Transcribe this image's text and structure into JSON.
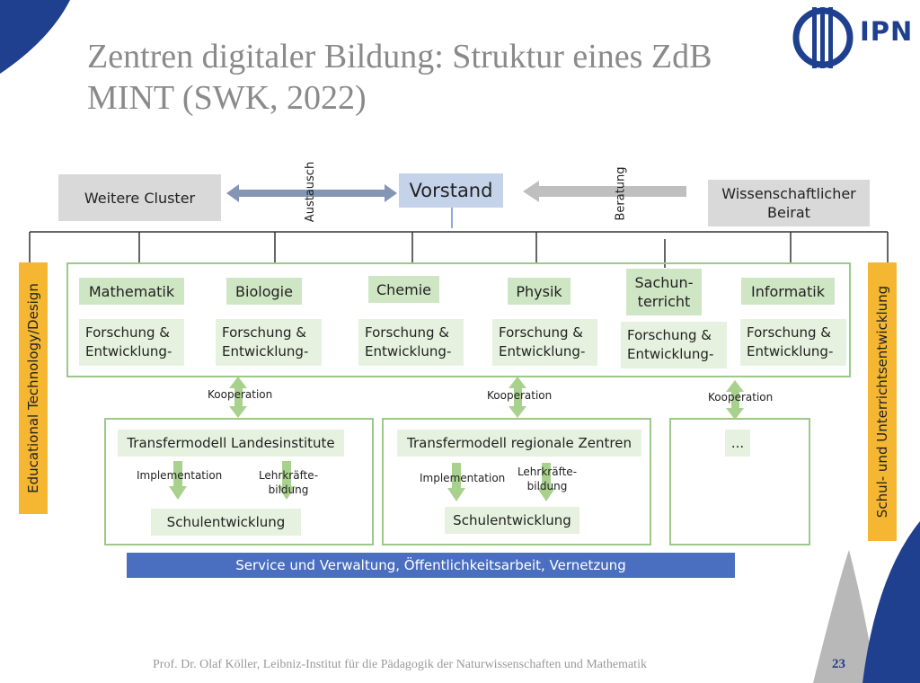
{
  "title": "Zentren digitaler Bildung: Struktur eines ZdB MINT (SWK, 2022)",
  "logo": {
    "text": "IPN",
    "icon": "ipn-logo-icon"
  },
  "top": {
    "weitere_cluster": "Weitere Cluster",
    "vorstand": "Vorstand",
    "beirat": "Wissenschaftlicher Beirat",
    "austausch": "Austausch",
    "beratung": "Beratung"
  },
  "sides": {
    "left": "Educational Technology/Design",
    "right": "Schul- und Unterrichtsentwicklung"
  },
  "subjects": [
    {
      "name": "Mathematik",
      "fe": "Forschung & Entwicklung-"
    },
    {
      "name": "Biologie",
      "fe": "Forschung & Entwicklung-"
    },
    {
      "name": "Chemie",
      "fe": "Forschung & Entwicklung-"
    },
    {
      "name": "Physik",
      "fe": "Forschung & Entwicklung-"
    },
    {
      "name": "Sachun-terricht",
      "fe": "Forschung & Entwicklung-"
    },
    {
      "name": "Informatik",
      "fe": "Forschung & Entwicklung-"
    }
  ],
  "kooperation": "Kooperation",
  "transfer": [
    {
      "title": "Transfermodell Landesinstitute",
      "implementation": "Implementation",
      "lehrkraefte": "Lehrkräfte-bildung",
      "schule": "Schulentwicklung"
    },
    {
      "title": "Transfermodell regionale Zentren",
      "implementation": "Implementation",
      "lehrkraefte": "Lehrkräfte-bildung",
      "schule": "Schulentwicklung"
    },
    {
      "title": "..."
    }
  ],
  "service": "Service und Verwaltung, Öffentlichkeitsarbeit, Vernetzung",
  "footer": "Prof. Dr. Olaf Köller, Leibniz-Institut für die Pädagogik der Naturwissenschaften und Mathematik",
  "page_number": "23",
  "colors": {
    "navy": "#1f3f8f",
    "grey": "#b8b8b8",
    "green_border": "#9cc98a",
    "subject_fill": "#cfe6c4",
    "yellow": "#f5b731",
    "service_blue": "#4a6fc0"
  }
}
